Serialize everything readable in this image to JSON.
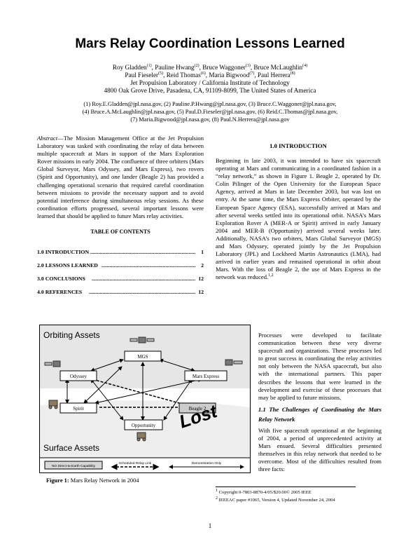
{
  "title": "Mars Relay Coordination Lessons Learned",
  "authors": {
    "line1_a": "Roy Gladden",
    "line1_a_sup": "(1)",
    "line1_b": ", Pauline Hwang",
    "line1_b_sup": "(2)",
    "line1_c": ", Bruce Waggoner",
    "line1_c_sup": "(3)",
    "line1_d": ", Bruce McLaughlin",
    "line1_d_sup": "(4)",
    "line2_a": "Paul Fieseler",
    "line2_a_sup": "(5)",
    "line2_b": ", Reid Thomas",
    "line2_b_sup": "(6)",
    "line2_c": ", Maria Bigwood",
    "line2_c_sup": "(7)",
    "line2_d": ", Paul Herrera",
    "line2_d_sup": "(8)",
    "affiliation": "Jet Propulsion Laboratory / California Institute of Technology",
    "address": "4800 Oak Grove Drive, Pasadena, CA, 91109-8099, The United States of America"
  },
  "emails": {
    "l1": "(1) Roy.E.Gladden@jpl.nasa.gov, (2) Pauline.P.Hwang@jpl.nasa.gov, (3) Bruce.C.Waggoner@jpl.nasa.gov,",
    "l2": "(4) Bruce.A.McLaughlin@jpl.nasa.gov, (5) Paul.D.Fieseler@jpl.nasa.gov, (6) Reid.C.Thomas@jpl.nasa.gov,",
    "l3": "(7) Maria.Bigwood@jpl.nasa.gov, (8) Paul.N.Herrera@jpl.nasa.gov"
  },
  "abstract": {
    "label": "Abstract",
    "text": "—The Mission Management Office at the Jet Propulsion Laboratory was tasked with coordinating the relay of data between multiple spacecraft at Mars in support of the Mars Exploration Rover missions in early 2004. The confluence of three orbiters (Mars Global Surveyor, Mars Odyssey, and Mars Express), two rovers (Spirit and Opportunity), and one lander (Beagle 2) has provided a challenging operational scenario that required careful coordination between missions to provide the necessary support and to avoid potential interference during simultaneous relay sessions. As these coordination efforts progressed, several important lessons were learned that should be applied to future Mars relay activities."
  },
  "toc": {
    "heading": "TABLE OF CONTENTS",
    "entries": [
      {
        "label": "1.0 INTRODUCTION",
        "page": "1"
      },
      {
        "label": "2.0 LESSONS LEARNED",
        "page": "2"
      },
      {
        "label": "3.0 CONCLUSIONS",
        "page": "12"
      },
      {
        "label": "4.0 REFERENCES",
        "page": "12"
      }
    ],
    "dots": "............................................................................................................"
  },
  "figure": {
    "orbiting_label": "Orbiting Assets",
    "surface_label": "Surface Assets",
    "nodes": {
      "mgs": "MGS",
      "odyssey": "Odyssey",
      "mars_express": "Mars Express",
      "spirit": "Spirit",
      "beagle": "Beagle 2",
      "opportunity": "Opportunity"
    },
    "lost": "Lost",
    "legend": {
      "no_direct": "NO Direct-to-Earth Capability",
      "scheduled": "Scheduled Relay Link",
      "demo": "Demonstration Only"
    },
    "caption_label": "Figure 1:",
    "caption_text": " Mars Relay Network in 2004"
  },
  "intro": {
    "heading": "1.0 INTRODUCTION",
    "p1": "Beginning in late 2003, it was intended to have six spacecraft operating at Mars and communicating in a coordinated fashion in a “relay network,” as shown in Figure 1. Beagle 2, operated by Dr. Colin Pilinger of the Open University for the European Space Agency, arrived at Mars in late December 2003, but was lost on entry. At the same time, the Mars Express Orbiter, operated by the European Space Agency (ESA), successfully arrived at Mars and after several weeks settled into its operational orbit. NASA’s Mars Exploration Rover A (MER-A or Spirit) arrived in early January 2004 and MER-B (Opportunity) arrived several weeks later. Additionally, NASA’s two orbiters, Mars Global Surveyor (MGS) and Mars Odyssey, operated jointly by the Jet Propulsion Laboratory (JPL) and Lockheed Martin Astronautics (LMA), had arrived in earlier years and remained operational in orbit about Mars. With the loss of Beagle 2, the use of Mars Express in the network was reduced.",
    "p1_sup": "1,2",
    "p2": "Processes were developed to facilitate communication between these very diverse spacecraft and organizations. These processes led to great success in coordinating the relay activities not only between the NASA spacecraft, but also with the international partners. This paper describes the lessons that were learned in the development and exercise of these processes that may be applied to future missions."
  },
  "section11": {
    "heading": "1.1 The Challenges of Coordinating the Mars Relay Network",
    "text": "With five spacecraft operational at the beginning of 2004, a period of unprecedented activity at Mars ensued. Several difficulties presented themselves in this relay network that needed to be overcome. Most of the difficulties resulted from three facts:"
  },
  "footnotes": {
    "f1_sup": "1",
    "f1": " Copyright 0-7803-8870-4/05/$20.00© 2005 IEEE",
    "f2_sup": "2",
    "f2": " IEEEAC paper #1065, Version 4, Updated November 24, 2004"
  },
  "page_number": "1"
}
